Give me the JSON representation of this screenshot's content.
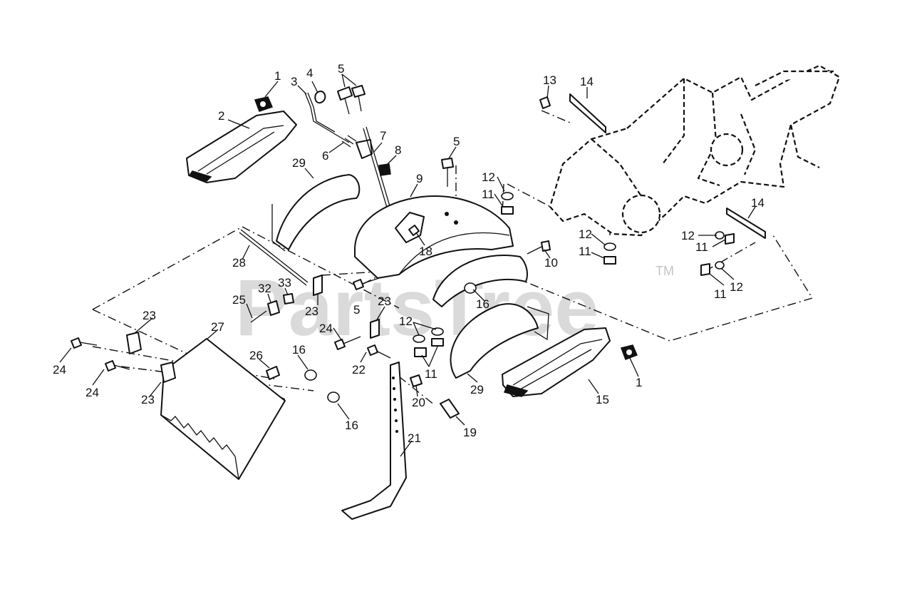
{
  "watermark": {
    "text": "PartsTree",
    "trademark": "TM"
  },
  "callouts": [
    "1",
    "2",
    "3",
    "4",
    "5",
    "6",
    "7",
    "8",
    "9",
    "29",
    "5",
    "12",
    "11",
    "13",
    "14",
    "14",
    "12",
    "11",
    "12",
    "11",
    "11",
    "12",
    "18",
    "10",
    "28",
    "25",
    "32",
    "33",
    "23",
    "5",
    "23",
    "16",
    "24",
    "12",
    "11",
    "22",
    "23",
    "27",
    "26",
    "16",
    "24",
    "24",
    "23",
    "29",
    "20",
    "19",
    "21",
    "16",
    "15",
    "1"
  ],
  "colors": {
    "line": "#111111",
    "background": "#ffffff",
    "watermark": "#cccccc"
  }
}
